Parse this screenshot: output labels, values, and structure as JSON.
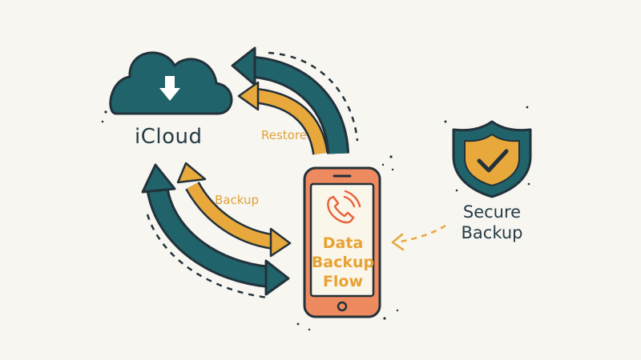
{
  "diagram": {
    "cloud_label": "iCloud",
    "restore_label": "Restore",
    "backup_label": "Backup",
    "phone_label_lines": [
      "Data",
      "Backup",
      "Flow"
    ],
    "secure_label_lines": [
      "Secure",
      "Backup"
    ]
  },
  "colors": {
    "teal": "#20636a",
    "amber": "#e8a83c",
    "coral": "#ee8a5f",
    "ink": "#263b45",
    "background": "#f7f6f1"
  },
  "icons": [
    "cloud-download-icon",
    "phone-call-icon",
    "shield-check-icon"
  ]
}
